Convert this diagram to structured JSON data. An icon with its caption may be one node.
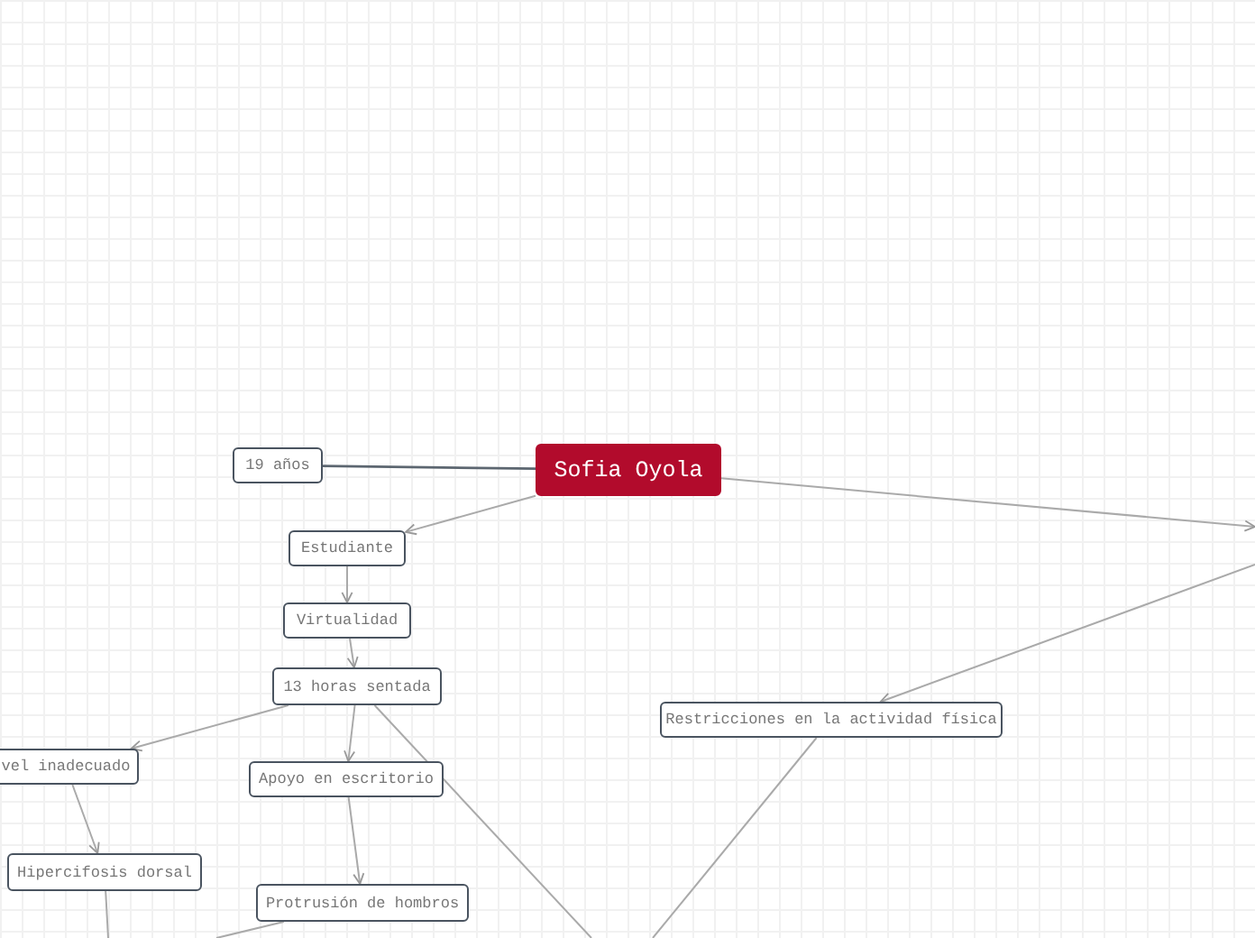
{
  "diagram": {
    "nodes": [
      {
        "text": [
          "19 años"
        ]
      },
      {
        "text": [
          "Sofia Oyola"
        ]
      },
      {
        "text": [
          "Estudiante"
        ]
      },
      {
        "text": [
          "Virtualidad"
        ]
      },
      {
        "text": [
          "13 horas sentada"
        ]
      },
      {
        "text": [
          "vel inadecuado"
        ]
      },
      {
        "text": [
          "Apoyo en escritorio"
        ]
      },
      {
        "text": [
          "Restricciones en la actividad física"
        ]
      },
      {
        "text": [
          "Hipercifosis dorsal"
        ]
      },
      {
        "text": [
          "Protrusión de hombros"
        ]
      }
    ],
    "edges": [
      {
        "from": 1,
        "to": 0,
        "arrow": "none",
        "color": "#5c6670"
      },
      {
        "from": 1,
        "to": 2,
        "arrow": "to"
      },
      {
        "from": 2,
        "to": 3,
        "arrow": "to"
      },
      {
        "from": 3,
        "to": 4,
        "arrow": "to"
      },
      {
        "from": 4,
        "to": 5,
        "arrow": "to"
      },
      {
        "from": 4,
        "to": 6,
        "arrow": "to"
      },
      {
        "from": 6,
        "to": 9,
        "arrow": "to"
      },
      {
        "from": 5,
        "to": 8,
        "arrow": "to"
      },
      {
        "from": 1,
        "to": null,
        "arrow": "to"
      },
      {
        "from": null,
        "to": 7,
        "arrow": "to"
      },
      {
        "from": 4,
        "to": null,
        "arrow": "none"
      },
      {
        "from": 7,
        "to": null,
        "arrow": "none"
      },
      {
        "from": 8,
        "to": null,
        "arrow": "none"
      },
      {
        "from": 9,
        "to": null,
        "arrow": "none"
      }
    ]
  }
}
